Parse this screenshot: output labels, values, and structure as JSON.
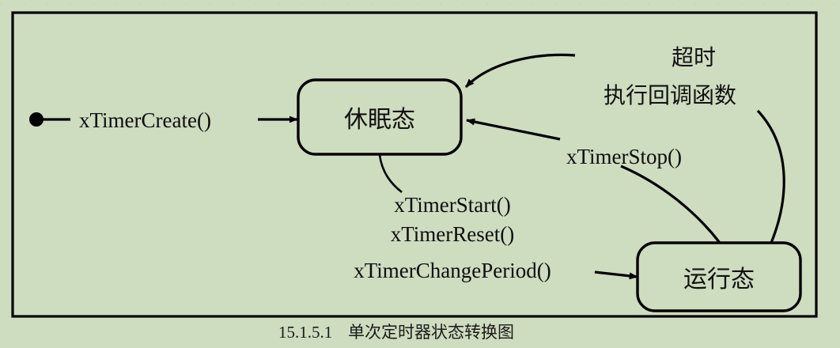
{
  "figure": {
    "background_color": "#cedcbf",
    "line_color": "#000000",
    "caption_number": "15.1.5.1",
    "caption_title": "单次定时器状态转换图"
  },
  "states": [
    {
      "id": "dormant",
      "label": "休眠态"
    },
    {
      "id": "running",
      "label": "运行态"
    }
  ],
  "transitions": {
    "create": "xTimerCreate()",
    "start_group_line1": "xTimerStart()",
    "start_group_line2": "xTimerReset()",
    "start_group_line3": "xTimerChangePeriod()",
    "stop": "xTimerStop()",
    "timeout_line1": "超时",
    "timeout_line2": "执行回调函数"
  },
  "chart_data": {
    "type": "state-diagram",
    "title": "15.1.5.1  单次定时器状态转换图",
    "nodes": [
      {
        "id": "start",
        "shape": "filled-circle",
        "label": ""
      },
      {
        "id": "dormant",
        "shape": "rounded-rect",
        "label": "休眠态"
      },
      {
        "id": "running",
        "shape": "rounded-rect",
        "label": "运行态"
      }
    ],
    "edges": [
      {
        "from": "start",
        "to": "dormant",
        "label": "xTimerCreate()",
        "style": "straight"
      },
      {
        "from": "dormant",
        "to": "running",
        "label": "xTimerStart()\nxTimerReset()\nxTimerChangePeriod()",
        "style": "curved"
      },
      {
        "from": "running",
        "to": "dormant",
        "label": "超时\n执行回调函数",
        "style": "curved"
      },
      {
        "from": "running",
        "to": "dormant",
        "label": "xTimerStop()",
        "style": "curved"
      }
    ]
  }
}
